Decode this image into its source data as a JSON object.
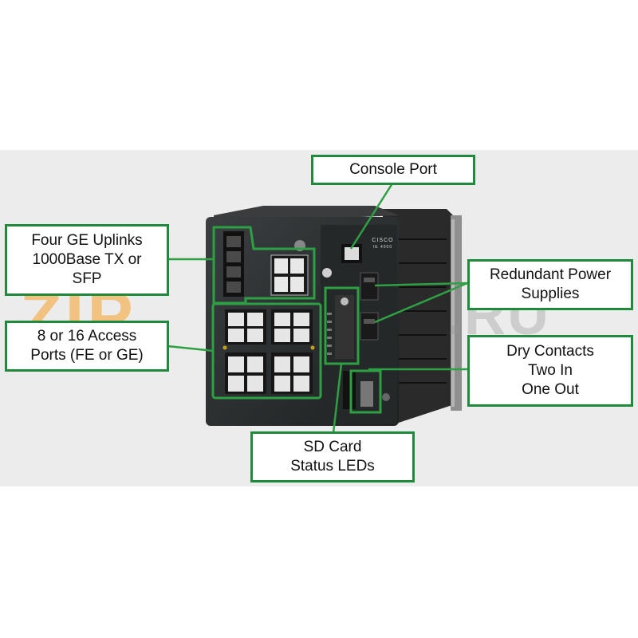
{
  "device": {
    "brand": "CISCO",
    "model": "IE 4000"
  },
  "watermark": {
    "left": "ZIP",
    "right": ".RU"
  },
  "callouts": {
    "console_port": {
      "lines": [
        "Console Port"
      ]
    },
    "uplinks": {
      "lines": [
        "Four GE Uplinks",
        "1000Base TX or",
        "SFP"
      ]
    },
    "access_ports": {
      "lines": [
        "8 or 16 Access",
        "Ports (FE or GE)"
      ]
    },
    "redundant_power": {
      "lines": [
        "Redundant Power",
        "Supplies"
      ]
    },
    "dry_contacts": {
      "lines": [
        "Dry Contacts",
        "Two In",
        "One Out"
      ]
    },
    "sd_card": {
      "lines": [
        "SD Card",
        "Status LEDs"
      ]
    }
  },
  "colors": {
    "callout_border": "#1f8a3a",
    "leader_line": "#2ea043",
    "background_band": "#ececec",
    "chassis": "#2b2e2f",
    "watermark_orange": "#f5a028"
  }
}
